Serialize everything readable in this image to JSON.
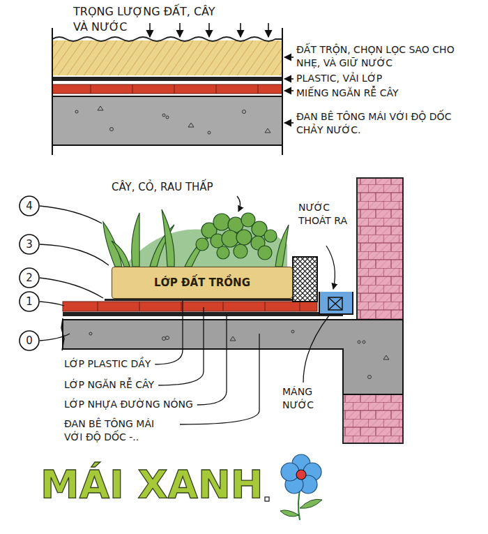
{
  "diagram": {
    "title": "MÁI XANH",
    "nodes": [
      {
        "text": [
          "LỚP ĐẤT TRỒNG"
        ]
      }
    ],
    "labels": [
      "TRỌNG LƯỢNG ĐẤT, CÂY VÀ NƯỚC",
      "ĐẤT TRỘN, CHỌN LỌC SAO CHO NHẸ, VÀ GIỮ NƯỚC",
      "PLASTIC, VẢI LỚP",
      "MIẾNG NGĂN RỄ CÂY",
      "ĐAN BÊ TÔNG MÁI VỚI ĐỘ DỐC CHẢY NƯỚC.",
      "CÂY, CỎ, RAU THẤP",
      "NƯỚC THOÁT RA",
      "4",
      "3",
      "2",
      "1",
      "0",
      "LỚP PLASTIC DẦY",
      "LỚP NGĂN RỄ CÂY",
      "LỚP NHỰA ĐƯỜNG NÓNG",
      "ĐAN BÊ TÔNG MÁI VỚI ĐỘ DỐC -..",
      "MÁNG NƯỚC"
    ]
  }
}
